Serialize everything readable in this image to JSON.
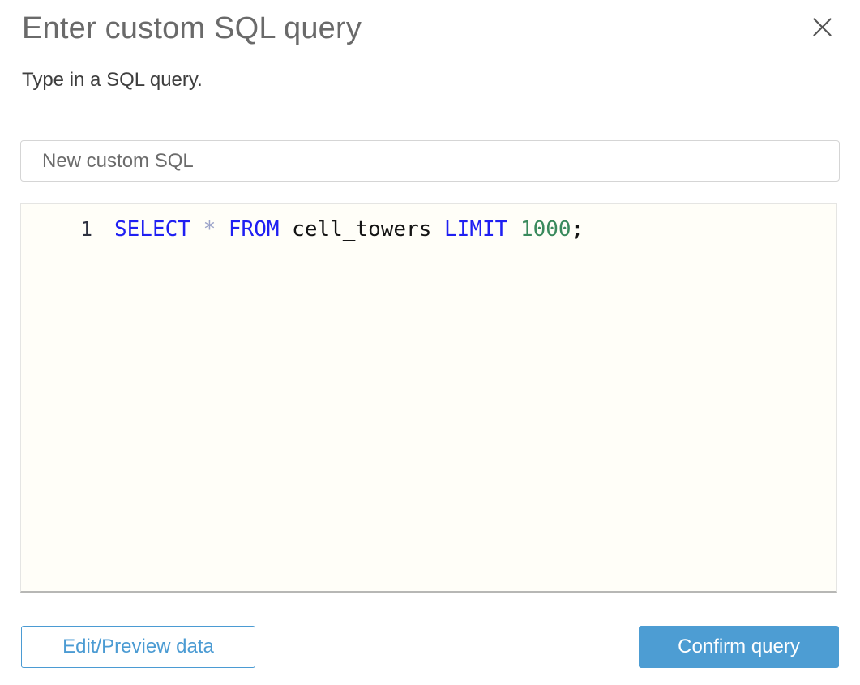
{
  "modal": {
    "title": "Enter custom SQL query",
    "subtitle": "Type in a SQL query.",
    "close_icon": "x-icon"
  },
  "name_input": {
    "value": "New custom SQL"
  },
  "editor": {
    "line_number": "1",
    "full_query": "SELECT * FROM cell_towers LIMIT 1000;",
    "tokens": [
      {
        "text": "SELECT",
        "type": "keyword"
      },
      {
        "text": " ",
        "type": "plain"
      },
      {
        "text": "*",
        "type": "operator"
      },
      {
        "text": " ",
        "type": "plain"
      },
      {
        "text": "FROM",
        "type": "keyword"
      },
      {
        "text": " cell_towers ",
        "type": "plain"
      },
      {
        "text": "LIMIT",
        "type": "keyword"
      },
      {
        "text": " ",
        "type": "plain"
      },
      {
        "text": "1000",
        "type": "number"
      },
      {
        "text": ";",
        "type": "plain"
      }
    ]
  },
  "footer": {
    "edit_preview_label": "Edit/Preview data",
    "confirm_label": "Confirm query"
  },
  "colors": {
    "title_text": "#6a6a6a",
    "subtitle_text": "#3e3e3e",
    "keyword": "#1f1ff2",
    "operator": "#9ba3c9",
    "number": "#3a8a5d",
    "plain_code": "#141414",
    "editor_background": "#fffef8",
    "accent_blue": "#4d9dd3"
  }
}
